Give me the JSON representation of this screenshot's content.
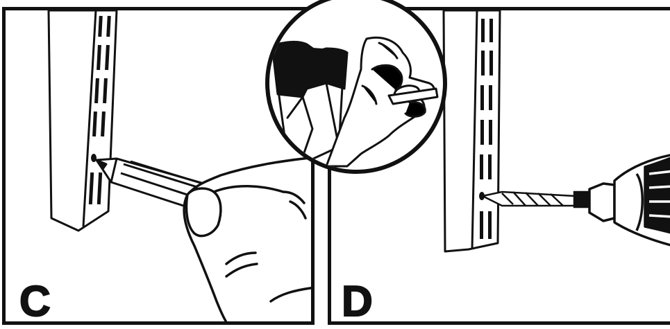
{
  "panels": [
    {
      "id": "C",
      "label": "C"
    },
    {
      "id": "D",
      "label": "D"
    }
  ],
  "colors": {
    "ink": "#111111",
    "paper": "#ffffff"
  },
  "icons": [
    "shelf-standard-icon",
    "pencil-icon",
    "hand-icon",
    "drill-icon",
    "drill-bit-icon",
    "magnifier-inset-icon"
  ]
}
